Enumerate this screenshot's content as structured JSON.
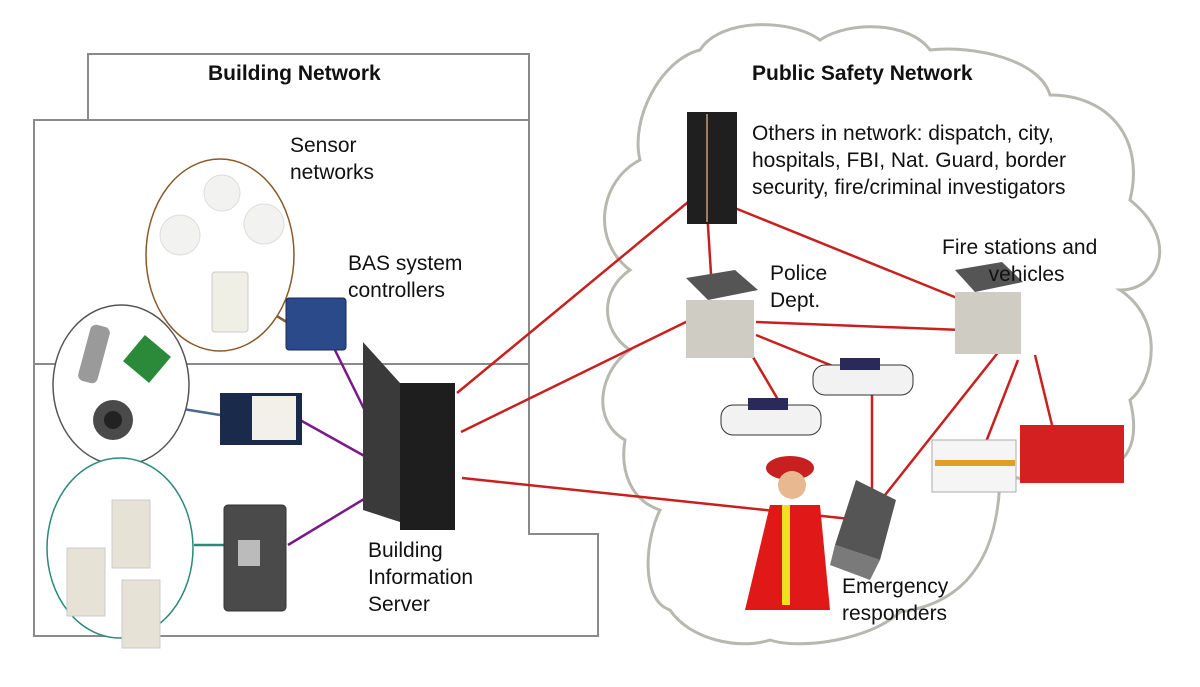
{
  "building_network": {
    "title": "Building Network",
    "sensor_networks_label": "Sensor\nnetworks",
    "bas_controllers_label": "BAS system\ncontrollers",
    "server_label": "Building\nInformation\nServer"
  },
  "public_safety_network": {
    "title": "Public Safety Network",
    "others_label": "Others in network: dispatch, city,\nhospitals, FBI, Nat. Guard, border\nsecurity, fire/criminal investigators",
    "police_label": "Police\nDept.",
    "fire_label": "Fire stations and\n        vehicles",
    "responders_label": "Emergency\nresponders"
  },
  "colors": {
    "frame": "#8a8a8a",
    "cloud": "#b8b8b0",
    "link_red": "#c8201e",
    "link_purple": "#7a1a8a",
    "link_teal": "#2a8a7a",
    "link_brown": "#8a5a2a"
  }
}
